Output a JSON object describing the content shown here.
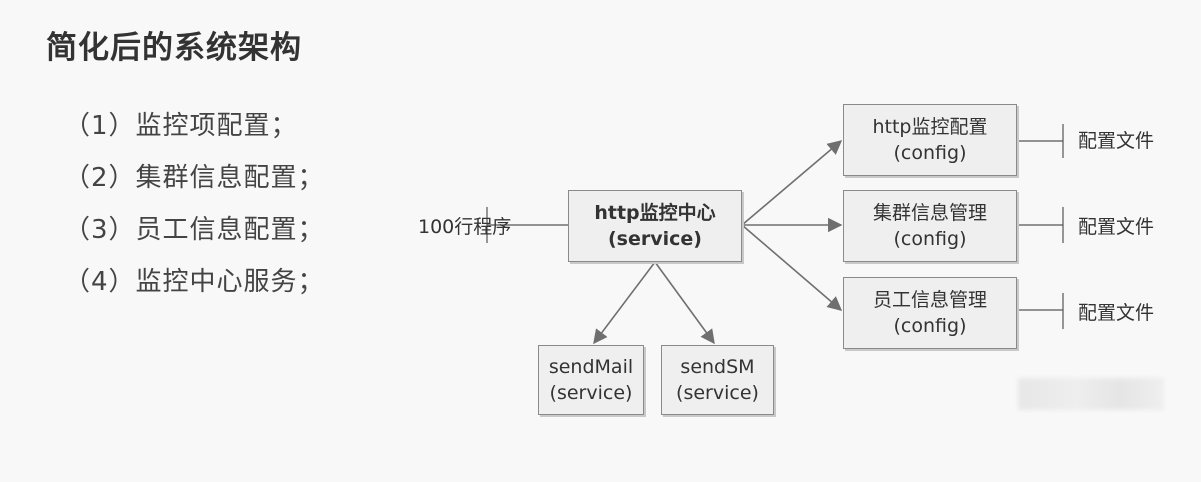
{
  "title": "简化后的系统架构",
  "bullets": [
    "（1）监控项配置；",
    "（2）集群信息配置；",
    "（3）员工信息配置；",
    "（4）监控中心服务；"
  ],
  "diagram": {
    "input_label": "100行程序",
    "center": {
      "line1": "http监控中心",
      "line2": "(service)"
    },
    "send_mail": {
      "line1": "sendMail",
      "line2": "(service)"
    },
    "send_sm": {
      "line1": "sendSM",
      "line2": "(service)"
    },
    "config_boxes": [
      {
        "line1": "http监控配置",
        "line2": "(config)"
      },
      {
        "line1": "集群信息管理",
        "line2": "(config)"
      },
      {
        "line1": "员工信息管理",
        "line2": "(config)"
      }
    ],
    "file_labels": [
      "配置文件",
      "配置文件",
      "配置文件"
    ]
  }
}
